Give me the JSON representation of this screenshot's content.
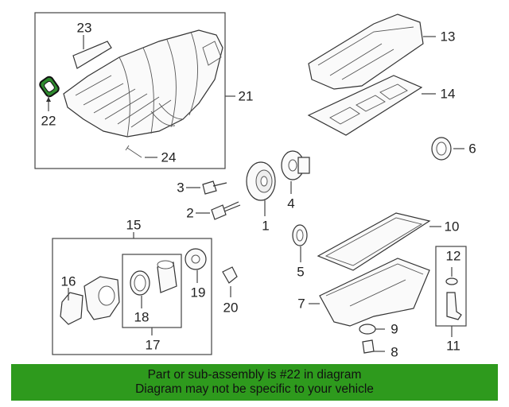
{
  "callouts": [
    {
      "id": "n1",
      "text": "1"
    },
    {
      "id": "n2",
      "text": "2"
    },
    {
      "id": "n3",
      "text": "3"
    },
    {
      "id": "n4",
      "text": "4"
    },
    {
      "id": "n5",
      "text": "5"
    },
    {
      "id": "n6",
      "text": "6"
    },
    {
      "id": "n7",
      "text": "7"
    },
    {
      "id": "n8",
      "text": "8"
    },
    {
      "id": "n9",
      "text": "9"
    },
    {
      "id": "n10",
      "text": "10"
    },
    {
      "id": "n11",
      "text": "11"
    },
    {
      "id": "n12",
      "text": "12"
    },
    {
      "id": "n13",
      "text": "13"
    },
    {
      "id": "n14",
      "text": "14"
    },
    {
      "id": "n15",
      "text": "15"
    },
    {
      "id": "n16",
      "text": "16"
    },
    {
      "id": "n17",
      "text": "17"
    },
    {
      "id": "n18",
      "text": "18"
    },
    {
      "id": "n19",
      "text": "19"
    },
    {
      "id": "n20",
      "text": "20"
    },
    {
      "id": "n21",
      "text": "21"
    },
    {
      "id": "n22",
      "text": "22"
    },
    {
      "id": "n23",
      "text": "23"
    },
    {
      "id": "n24",
      "text": "24"
    }
  ],
  "highlight": {
    "part": "22",
    "color": "#2e8b2e"
  },
  "banner": {
    "line1": "Part or sub-assembly is #22 in diagram",
    "line2": "Diagram may not be specific to your vehicle",
    "background": "#2e9a1d"
  }
}
